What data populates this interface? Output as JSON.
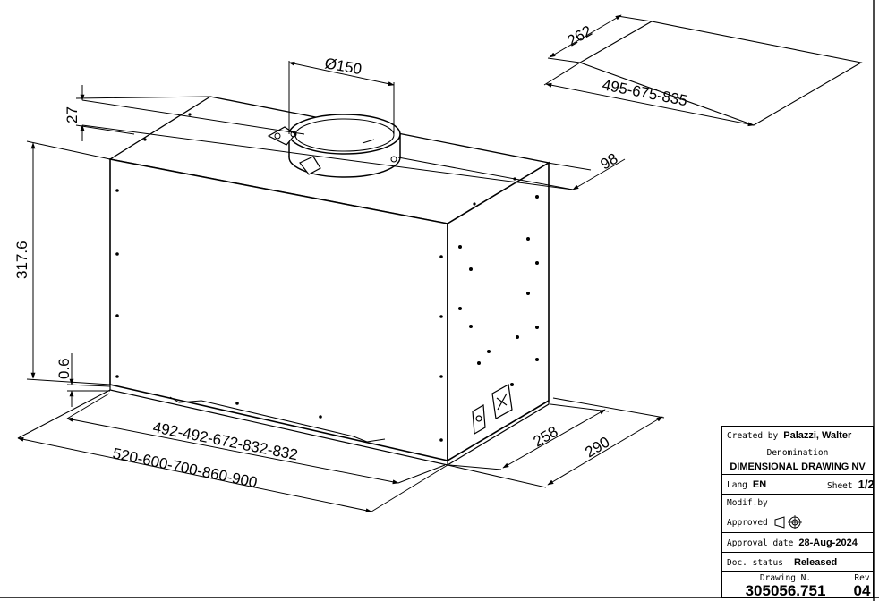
{
  "dimensions": {
    "overall_width": "520-600-700-860-900",
    "inner_width": "492-492-672-832-832",
    "depth_outer": "290",
    "depth_inner": "258",
    "height": "317.6",
    "small_offset": "0.6",
    "top_offset": "27",
    "duct_diameter": "Ø150",
    "side_offset": "98",
    "cutout_depth": "262",
    "cutout_width": "495-675-835"
  },
  "title_block": {
    "created_by_label": "Created by",
    "created_by": "Palazzi, Walter",
    "denomination_label": "Denomination",
    "denomination": "DIMENSIONAL DRAWING NV",
    "lang_label": "Lang",
    "lang": "EN",
    "sheet_label": "Sheet",
    "sheet": "1/2",
    "modif_label": "Modif.by",
    "modif": "",
    "approved_label": "Approved",
    "approval_date_label": "Approval date",
    "approval_date": "28-Aug-2024",
    "doc_status_label": "Doc. status",
    "doc_status": "Released",
    "drawing_label": "Drawing N.",
    "drawing_number": "305056.751",
    "rev_label": "Rev",
    "rev": "04"
  }
}
